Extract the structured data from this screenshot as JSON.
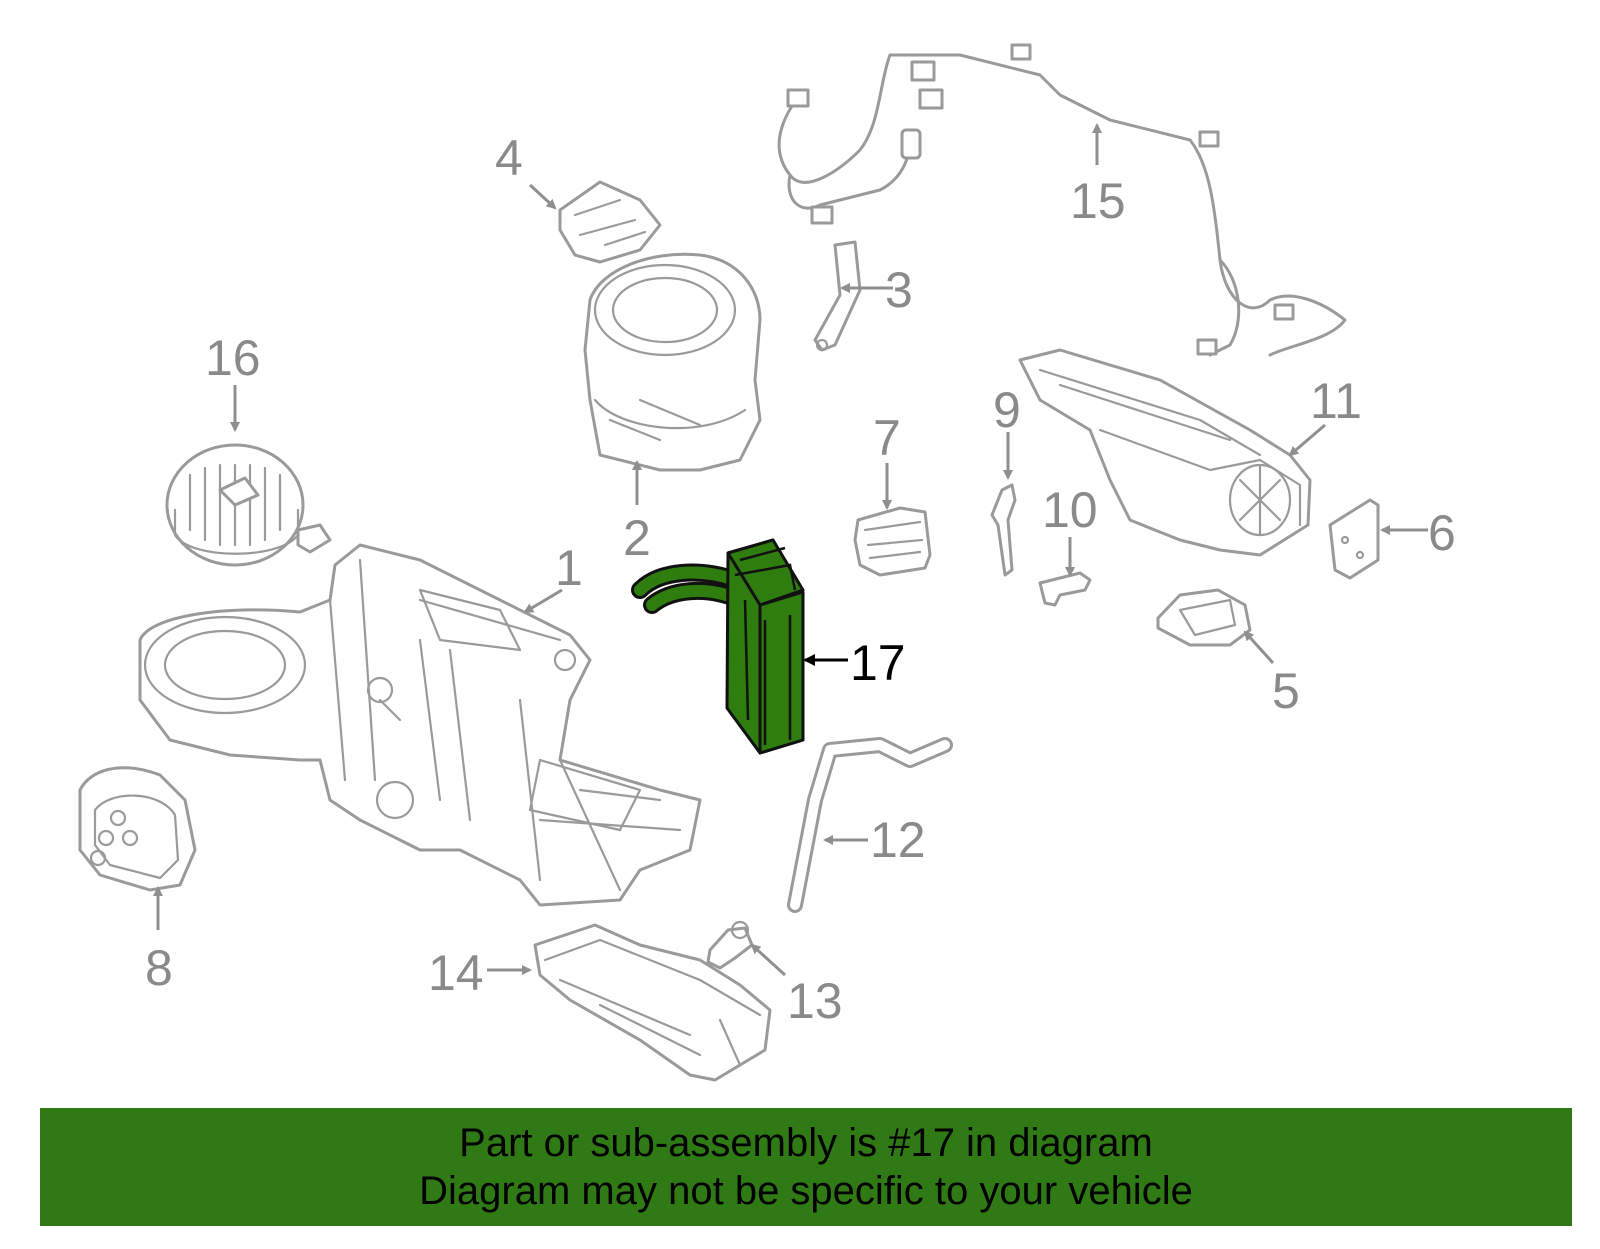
{
  "colors": {
    "banner_bg": "#2f7a14",
    "highlight_part": "#2e7d0e",
    "part_outline": "#9a9a9a",
    "callout_text": "#8a8a8a"
  },
  "callouts": {
    "c1": "1",
    "c2": "2",
    "c3": "3",
    "c4": "4",
    "c5": "5",
    "c6": "6",
    "c7": "7",
    "c8": "8",
    "c9": "9",
    "c10": "10",
    "c11": "11",
    "c12": "12",
    "c13": "13",
    "c14": "14",
    "c15": "15",
    "c16": "16",
    "c17": "17"
  },
  "banner": {
    "line1": "Part or sub-assembly is #17 in diagram",
    "line2": "Diagram may not be specific to your vehicle"
  }
}
